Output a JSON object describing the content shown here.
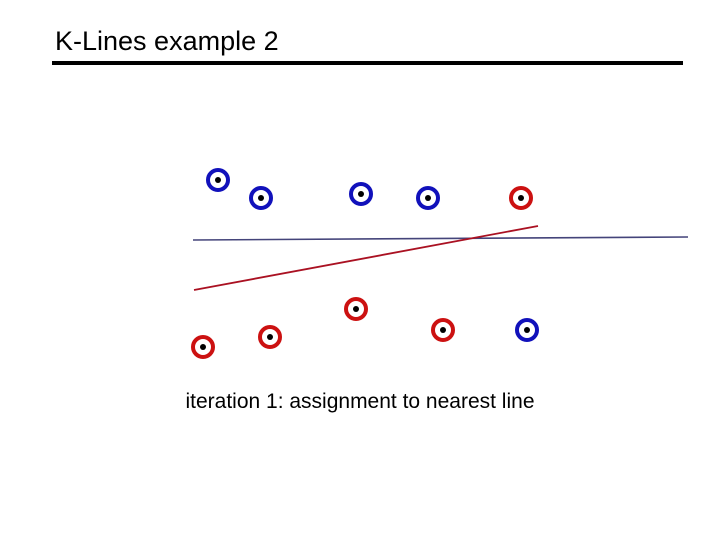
{
  "slide": {
    "title": "K-Lines example 2",
    "caption": "iteration 1: assignment to nearest line",
    "background_color": "#ffffff",
    "title_color": "#000000",
    "rule_color": "#000000"
  },
  "colors": {
    "blue": "#1111bb",
    "red": "#cc1111",
    "blue_line": "#44447a",
    "red_line": "#aa1122",
    "marker_center": "#000000",
    "marker_fill": "#ffffff"
  },
  "chart_data": {
    "type": "scatter",
    "title": "K-Lines example 2",
    "subtitle": "iteration 1: assignment to nearest line",
    "xlabel": "",
    "ylabel": "",
    "grid": false,
    "legend": "none",
    "axis_visible": false,
    "marker_radius": 12,
    "marker_stroke_width": 4,
    "marker_center_radius": 3,
    "series": [
      {
        "name": "cluster-blue",
        "color": "#1111bb",
        "points": [
          {
            "x": 218,
            "y": 180
          },
          {
            "x": 261,
            "y": 198
          },
          {
            "x": 361,
            "y": 194
          },
          {
            "x": 428,
            "y": 198
          },
          {
            "x": 527,
            "y": 330
          }
        ]
      },
      {
        "name": "cluster-red",
        "color": "#cc1111",
        "points": [
          {
            "x": 521,
            "y": 198
          },
          {
            "x": 203,
            "y": 347
          },
          {
            "x": 270,
            "y": 337
          },
          {
            "x": 356,
            "y": 309
          },
          {
            "x": 443,
            "y": 330
          }
        ]
      }
    ],
    "lines": [
      {
        "name": "fitted-line-blue",
        "color": "#44447a",
        "x1": 193,
        "y1": 240,
        "x2": 688,
        "y2": 237,
        "width": 1.6
      },
      {
        "name": "fitted-line-red",
        "color": "#aa1122",
        "x1": 194,
        "y1": 290,
        "x2": 538,
        "y2": 226,
        "width": 1.8
      }
    ]
  }
}
